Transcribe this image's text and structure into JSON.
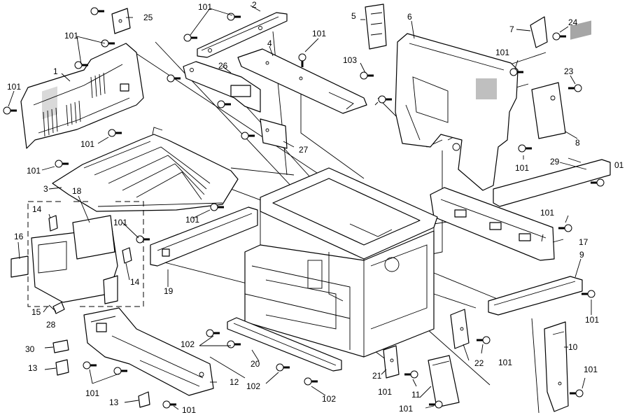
{
  "callouts": [
    {
      "id": "c1",
      "text": "1"
    },
    {
      "id": "c2",
      "text": "2"
    },
    {
      "id": "c3",
      "text": "3"
    },
    {
      "id": "c4",
      "text": "4"
    },
    {
      "id": "c5",
      "text": "5"
    },
    {
      "id": "c6",
      "text": "6"
    },
    {
      "id": "c7",
      "text": "7"
    },
    {
      "id": "c8",
      "text": "8"
    },
    {
      "id": "c9",
      "text": "9"
    },
    {
      "id": "c10",
      "text": "10"
    },
    {
      "id": "c11",
      "text": "11"
    },
    {
      "id": "c12",
      "text": "12"
    },
    {
      "id": "c13a",
      "text": "13"
    },
    {
      "id": "c13b",
      "text": "13"
    },
    {
      "id": "c14a",
      "text": "14"
    },
    {
      "id": "c14b",
      "text": "14"
    },
    {
      "id": "c15",
      "text": "15"
    },
    {
      "id": "c16",
      "text": "16"
    },
    {
      "id": "c17",
      "text": "17"
    },
    {
      "id": "c18",
      "text": "18"
    },
    {
      "id": "c19",
      "text": "19"
    },
    {
      "id": "c20",
      "text": "20"
    },
    {
      "id": "c21",
      "text": "21"
    },
    {
      "id": "c22",
      "text": "22"
    },
    {
      "id": "c23",
      "text": "23"
    },
    {
      "id": "c24",
      "text": "24"
    },
    {
      "id": "c25",
      "text": "25"
    },
    {
      "id": "c26",
      "text": "26"
    },
    {
      "id": "c27",
      "text": "27"
    },
    {
      "id": "c28",
      "text": "28"
    },
    {
      "id": "c29",
      "text": "29"
    },
    {
      "id": "c30",
      "text": "30"
    },
    {
      "id": "s101a",
      "text": "101"
    },
    {
      "id": "s101b",
      "text": "101"
    },
    {
      "id": "s101c",
      "text": "101"
    },
    {
      "id": "s101d",
      "text": "101"
    },
    {
      "id": "s101e",
      "text": "101"
    },
    {
      "id": "s101f",
      "text": "101"
    },
    {
      "id": "s101g",
      "text": "101"
    },
    {
      "id": "s101h",
      "text": "101"
    },
    {
      "id": "s101i",
      "text": "101"
    },
    {
      "id": "s101j",
      "text": "101"
    },
    {
      "id": "s101k",
      "text": "01"
    },
    {
      "id": "s101l",
      "text": "101"
    },
    {
      "id": "s101m",
      "text": "101"
    },
    {
      "id": "s101n",
      "text": "101"
    },
    {
      "id": "s101o",
      "text": "101"
    },
    {
      "id": "s101p",
      "text": "101"
    },
    {
      "id": "s101q",
      "text": "101"
    },
    {
      "id": "s101r",
      "text": "101"
    },
    {
      "id": "s101s",
      "text": "101"
    },
    {
      "id": "s102a",
      "text": "102"
    },
    {
      "id": "s102b",
      "text": "102"
    },
    {
      "id": "s102c",
      "text": "102"
    },
    {
      "id": "s103",
      "text": "103"
    }
  ]
}
